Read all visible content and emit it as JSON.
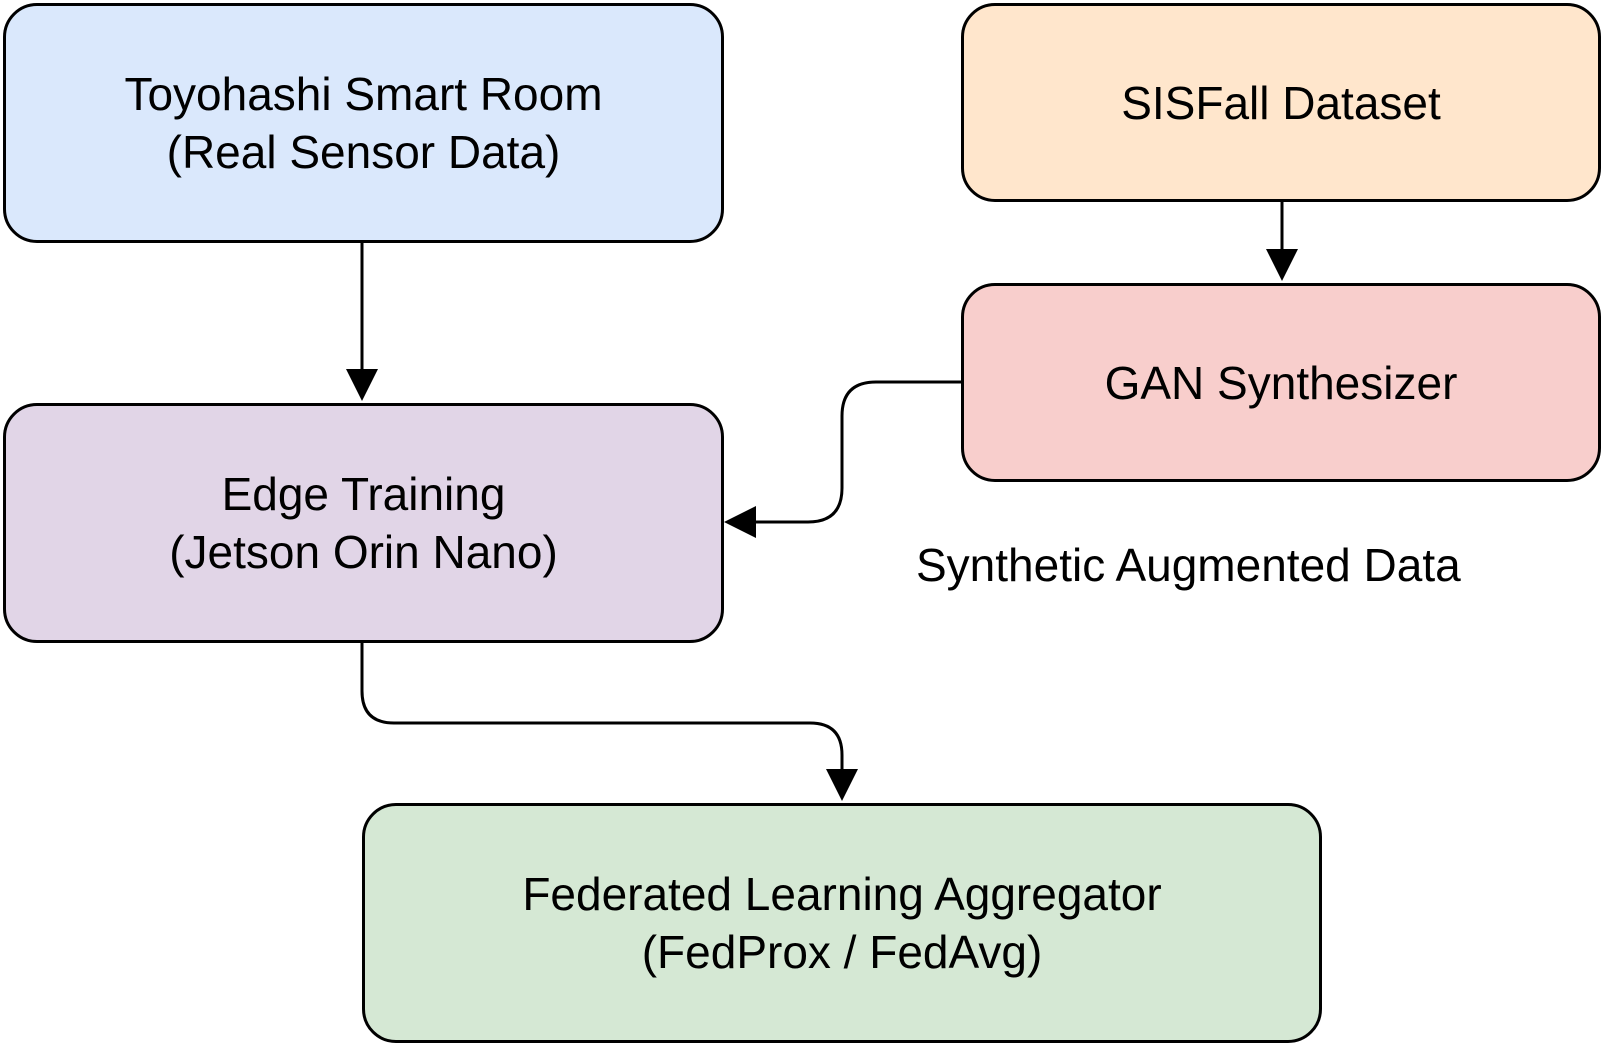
{
  "nodes": {
    "smart_room": {
      "line1": "Toyohashi Smart Room",
      "line2": "(Real Sensor Data)",
      "fill": "#dae8fc"
    },
    "sisfall": {
      "line1": "SISFall Dataset",
      "fill": "#ffe6cc"
    },
    "gan": {
      "line1": "GAN Synthesizer",
      "fill": "#f8cecc"
    },
    "edge_training": {
      "line1": "Edge Training",
      "line2": "(Jetson Orin Nano)",
      "fill": "#e1d5e7"
    },
    "aggregator": {
      "line1": "Federated Learning Aggregator",
      "line2": "(FedProx / FedAvg)",
      "fill": "#d5e8d4"
    }
  },
  "edges": [
    {
      "from": "smart_room",
      "to": "edge_training",
      "label": ""
    },
    {
      "from": "sisfall",
      "to": "gan",
      "label": ""
    },
    {
      "from": "gan",
      "to": "edge_training",
      "label": "Synthetic Augmented Data"
    },
    {
      "from": "edge_training",
      "to": "aggregator",
      "label": ""
    }
  ],
  "labels": {
    "synthetic_data": "Synthetic Augmented Data"
  }
}
